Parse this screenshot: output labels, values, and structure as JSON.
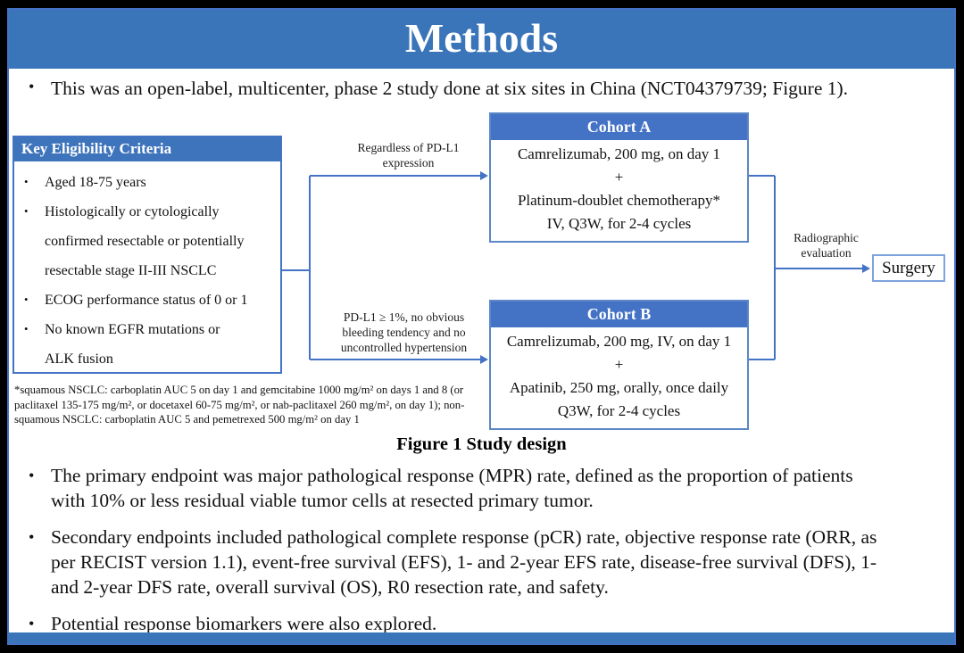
{
  "slide": {
    "title": "Methods",
    "intro_bullet": "This was an open-label, multicenter, phase 2 study done at six sites in China (NCT04379739; Figure 1).",
    "figure_caption": "Figure 1 Study design",
    "bottom_bullets": [
      "The primary endpoint was major pathological response (MPR) rate, defined as the proportion of patients\nwith 10% or less residual viable tumor cells at resected primary tumor.",
      "Secondary endpoints included pathological complete response (pCR) rate, objective response rate (ORR, as\nper RECIST version 1.1), event-free survival (EFS), 1- and 2-year EFS rate, disease-free survival (DFS), 1-\nand 2-year DFS rate, overall survival (OS), R0 resection rate, and safety.",
      "Potential response biomarkers were also explored."
    ]
  },
  "diagram": {
    "eligibility": {
      "title": "Key Eligibility Criteria",
      "items": [
        "Aged 18-75 years",
        "Histologically or cytologically\nconfirmed resectable or potentially\nresectable stage II-III NSCLC",
        "ECOG performance status of 0 or 1",
        "No known EGFR mutations or\nALK fusion"
      ]
    },
    "branch_labels": {
      "top": "Regardless of PD-L1\nexpression",
      "bottom": "PD-L1 ≥ 1%, no obvious\nbleeding tendency and no\nuncontrolled hypertension"
    },
    "cohort_a": {
      "title": "Cohort A",
      "lines": [
        "Camrelizumab, 200 mg, on day 1",
        "+",
        "Platinum-doublet chemotherapy*",
        "IV, Q3W, for 2-4 cycles"
      ]
    },
    "cohort_b": {
      "title": "Cohort B",
      "lines": [
        "Camrelizumab, 200 mg, IV, on day 1",
        "+",
        "Apatinib, 250 mg, orally, once daily",
        "Q3W, for 2-4 cycles"
      ]
    },
    "evaluation_label": "Radiographic\nevaluation",
    "surgery_label": "Surgery",
    "footnote": "*squamous NSCLC: carboplatin AUC 5 on day 1 and gemcitabine 1000 mg/m² on days 1 and 8 (or\npaclitaxel 135-175 mg/m², or docetaxel 60-75 mg/m², or nab-paclitaxel 260 mg/m², on day 1); non-\nsquamous NSCLC: carboplatin AUC 5 and pemetrexed 500 mg/m² on day 1"
  },
  "colors": {
    "banner": "#3B75B9",
    "header": "#3E74BC",
    "header2": "#4472C4",
    "slide_border": "#4472C4",
    "box_border": "#4472C4",
    "cohort_border": "#5B87C7",
    "surgery_border": "#7FA3DB",
    "line": "#4472C4"
  }
}
